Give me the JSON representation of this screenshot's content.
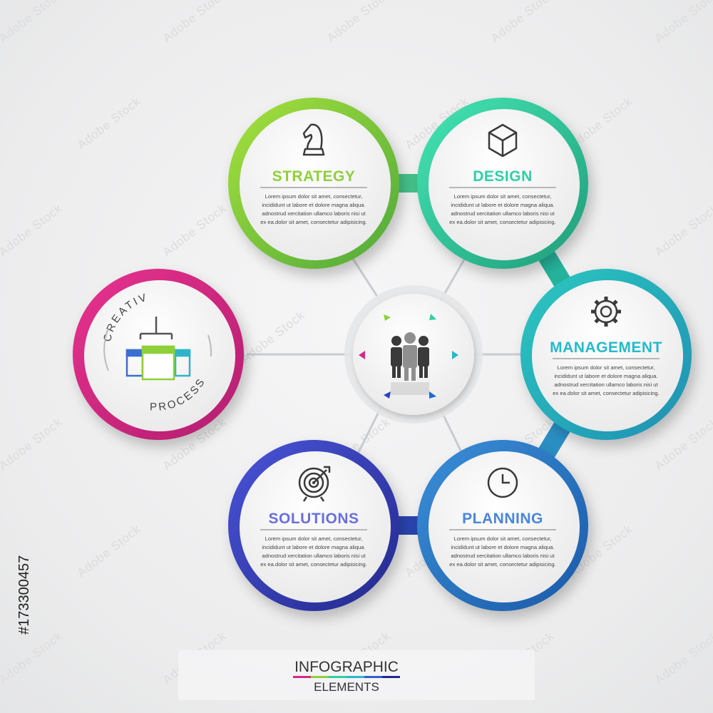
{
  "center": {
    "icon": "people-group-icon"
  },
  "creative": {
    "top": "CREATIVE",
    "bottom": "PROCESS",
    "icon": "hierarchy-icon"
  },
  "nodes": [
    {
      "id": "strategy",
      "title": "STRATEGY",
      "icon": "chess-knight-icon",
      "color": "#8ed03a",
      "ring": [
        "#a8e23c",
        "#4ea83a"
      ],
      "lines": [
        "Lorem ipsum dolor sit amet, consectetur,",
        "incididunt ut labore et dolore magna aliqua.",
        "adnostrud xercitation ullamco laboris nisi ut",
        "ex ea.dolor sit amet, consectetur adipisicing."
      ]
    },
    {
      "id": "design",
      "title": "DESIGN",
      "icon": "cube-icon",
      "color": "#2fcfa6",
      "ring": [
        "#45e6b4",
        "#1f9c7a"
      ],
      "lines": [
        "Lorem ipsum dolor sit amet, consectetur,",
        "incididunt ut labore et dolore magna aliqua.",
        "adnostrud xercitation ullamco laboris nisi ut",
        "ex ea.dolor sit amet, consectetur adipisicing."
      ]
    },
    {
      "id": "management",
      "title": "MANAGEMENT",
      "icon": "gear-icon",
      "color": "#27b9cc",
      "ring": [
        "#2cc8c0",
        "#1f8fb3"
      ],
      "lines": [
        "Lorem ipsum dolor sit amet, consectetur,",
        "incididunt ut labore et dolore magna aliqua.",
        "adnostrud xercitation ullamco laboris nisi ut",
        "ex ea.dolor sit amet, consectetur adipisicing."
      ]
    },
    {
      "id": "planning",
      "title": "PLANNING",
      "icon": "clock-icon",
      "color": "#4a86d8",
      "ring": [
        "#3b8fd8",
        "#1a5aa8"
      ],
      "lines": [
        "Lorem ipsum dolor sit amet, consectetur,",
        "incididunt ut labore et dolore magna aliqua.",
        "adnostrud xercitation ullamco laboris nisi ut",
        "ex ea.dolor sit amet, consectetur adipisicing."
      ]
    },
    {
      "id": "solutions",
      "title": "SOLUTIONS",
      "icon": "target-icon",
      "color": "#6a6fde",
      "ring": [
        "#4a55d8",
        "#23288c"
      ],
      "lines": [
        "Lorem ipsum dolor sit amet, consectetur,",
        "incididunt ut labore et dolore magna aliqua.",
        "adnostrud xercitation ullamco laboris nisi ut",
        "ex ea.dolor sit amet, consectetur adipisicing."
      ]
    }
  ],
  "footer": {
    "line1": "INFOGRAPHIC",
    "line2": "ELEMENTS",
    "colors": [
      "#d42a8a",
      "#8ed03a",
      "#2fcfa6",
      "#27b9cc",
      "#3060c8",
      "#23288c"
    ]
  },
  "watermark": {
    "brand": "Adobe Stock",
    "id": "#173300457"
  }
}
